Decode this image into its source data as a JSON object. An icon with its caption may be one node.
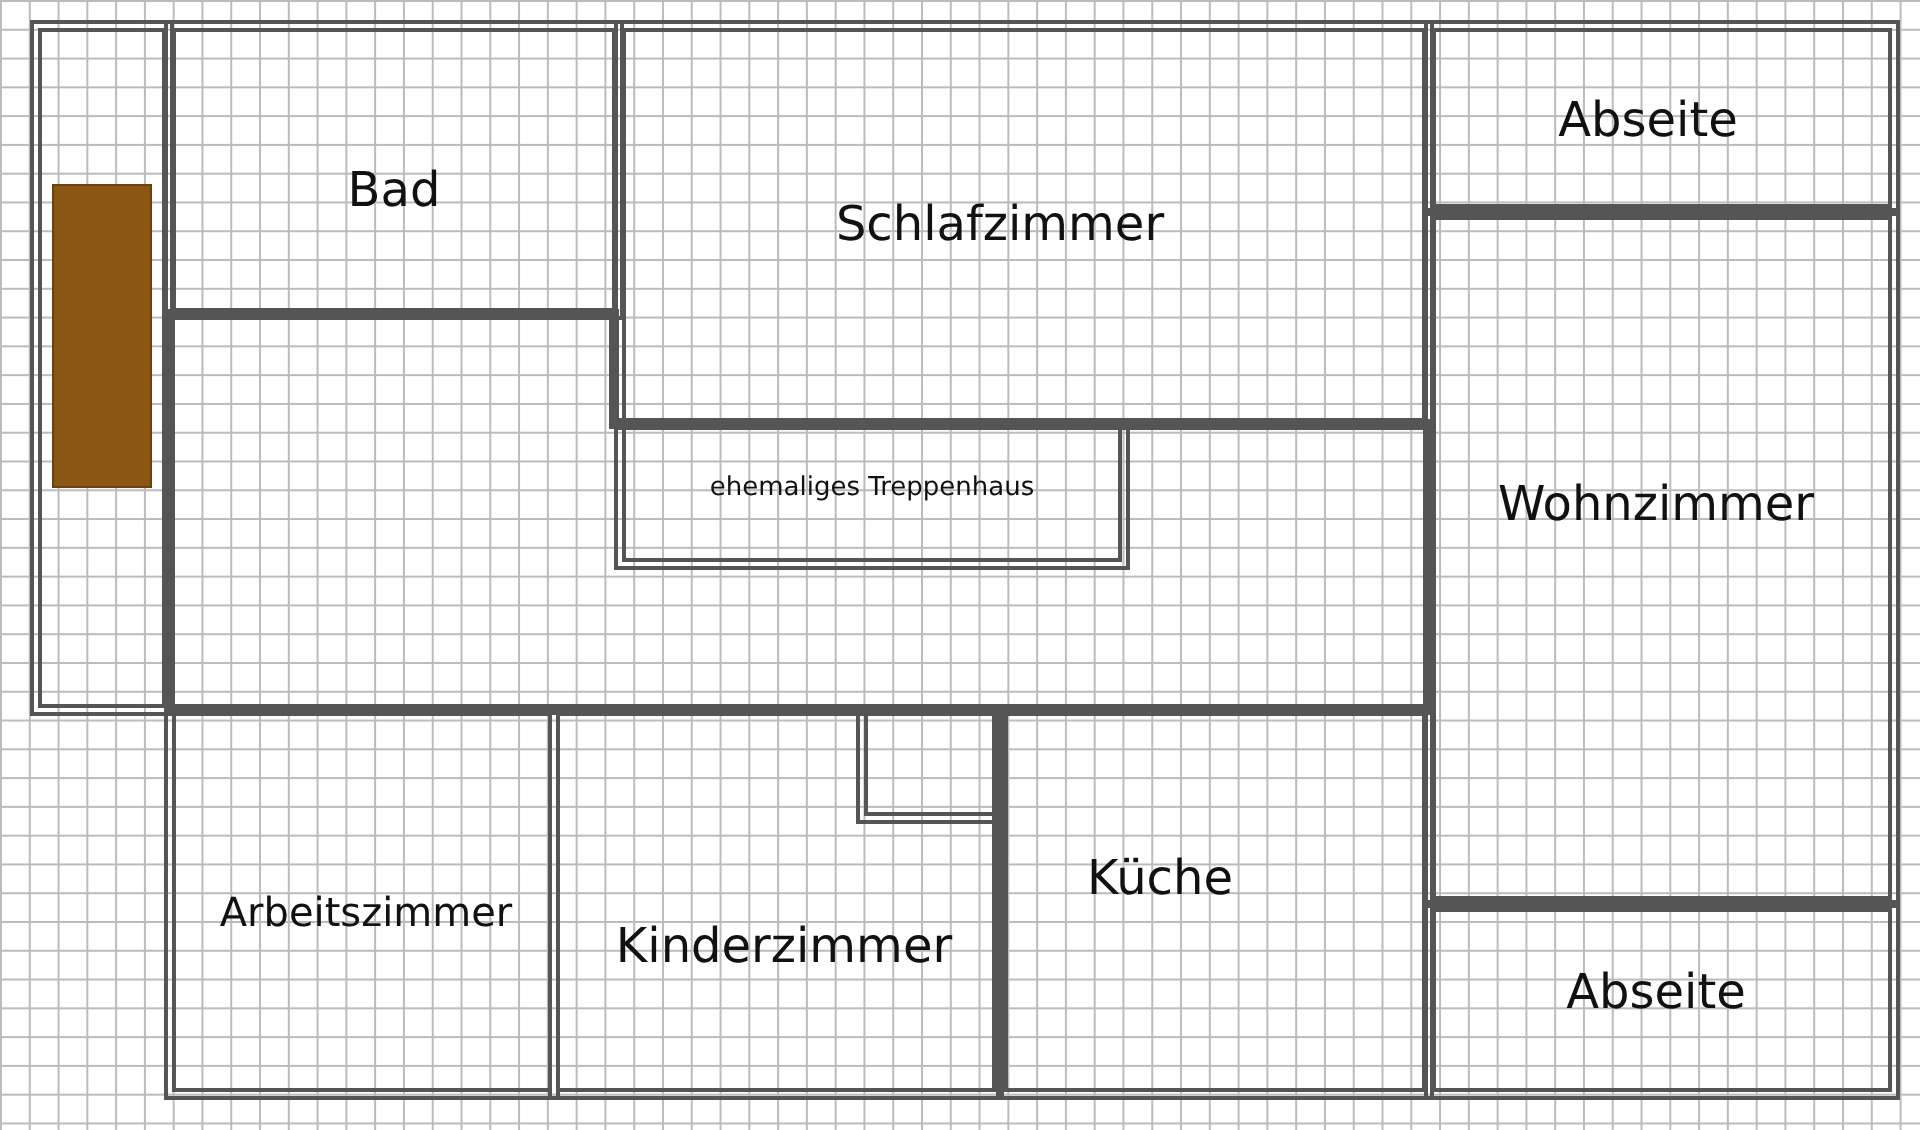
{
  "diagram": {
    "nodes": [
      {
        "text": [],
        "shape": "box"
      },
      {
        "text": [],
        "shape": "bar",
        "in": 0
      },
      {
        "text": [
          "Bad"
        ]
      },
      {
        "text": [
          "Schlafzimmer"
        ]
      },
      {
        "text": [
          "Abseite"
        ]
      },
      {
        "text": [],
        "shape": "box"
      },
      {
        "text": [
          "ehemaliges Treppenhaus"
        ],
        "in": 5
      },
      {
        "text": [
          "Wohnzimmer"
        ]
      },
      {
        "text": [],
        "shape": "box",
        "in": 10
      },
      {
        "text": [
          "Arbeitszimmer"
        ]
      },
      {
        "text": [
          "Kinderzimmer"
        ]
      },
      {
        "text": [
          "Küche"
        ]
      },
      {
        "text": [
          "Abseite"
        ]
      }
    ]
  }
}
